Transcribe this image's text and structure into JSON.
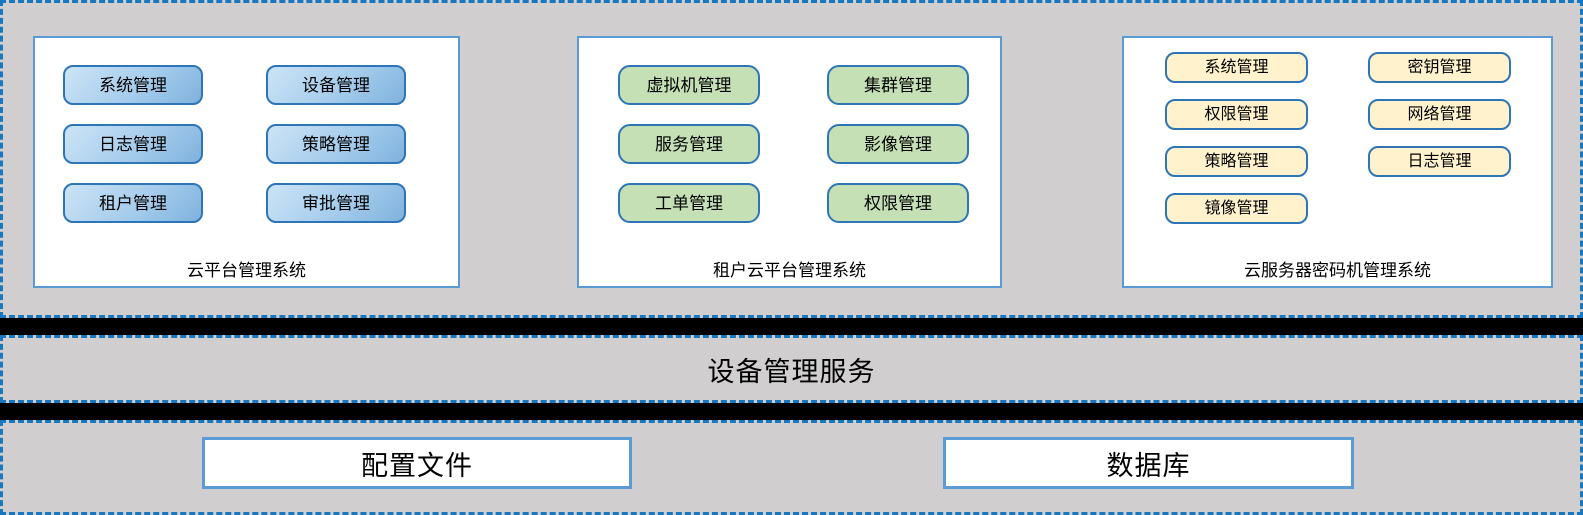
{
  "colors": {
    "canvas_background": "#D0CECE",
    "dashed_border": "#1877BE",
    "panel_border": "#5B9BD5",
    "chip_border": "#2E75B6",
    "chip_blue_gradient_start": "#CCE4F6",
    "chip_blue_gradient_end": "#7FB2DE",
    "chip_green_fill": "#C5E0B4",
    "chip_yellow_fill": "#FFF2CC",
    "divider_bar": "#000000",
    "text": "#000000"
  },
  "panels": [
    {
      "title": "云平台管理系统",
      "style": "blue",
      "buttons": [
        "系统管理",
        "设备管理",
        "日志管理",
        "策略管理",
        "租户管理",
        "审批管理"
      ]
    },
    {
      "title": "租户云平台管理系统",
      "style": "green",
      "buttons": [
        "虚拟机管理",
        "集群管理",
        "服务管理",
        "影像管理",
        "工单管理",
        "权限管理"
      ]
    },
    {
      "title": "云服务器密码机管理系统",
      "style": "yellow",
      "buttons": [
        "系统管理",
        "密钥管理",
        "权限管理",
        "网络管理",
        "策略管理",
        "日志管理",
        "镜像管理"
      ]
    }
  ],
  "service_bar": {
    "label": "设备管理服务"
  },
  "storage": [
    {
      "label": "配置文件"
    },
    {
      "label": "数据库"
    }
  ]
}
